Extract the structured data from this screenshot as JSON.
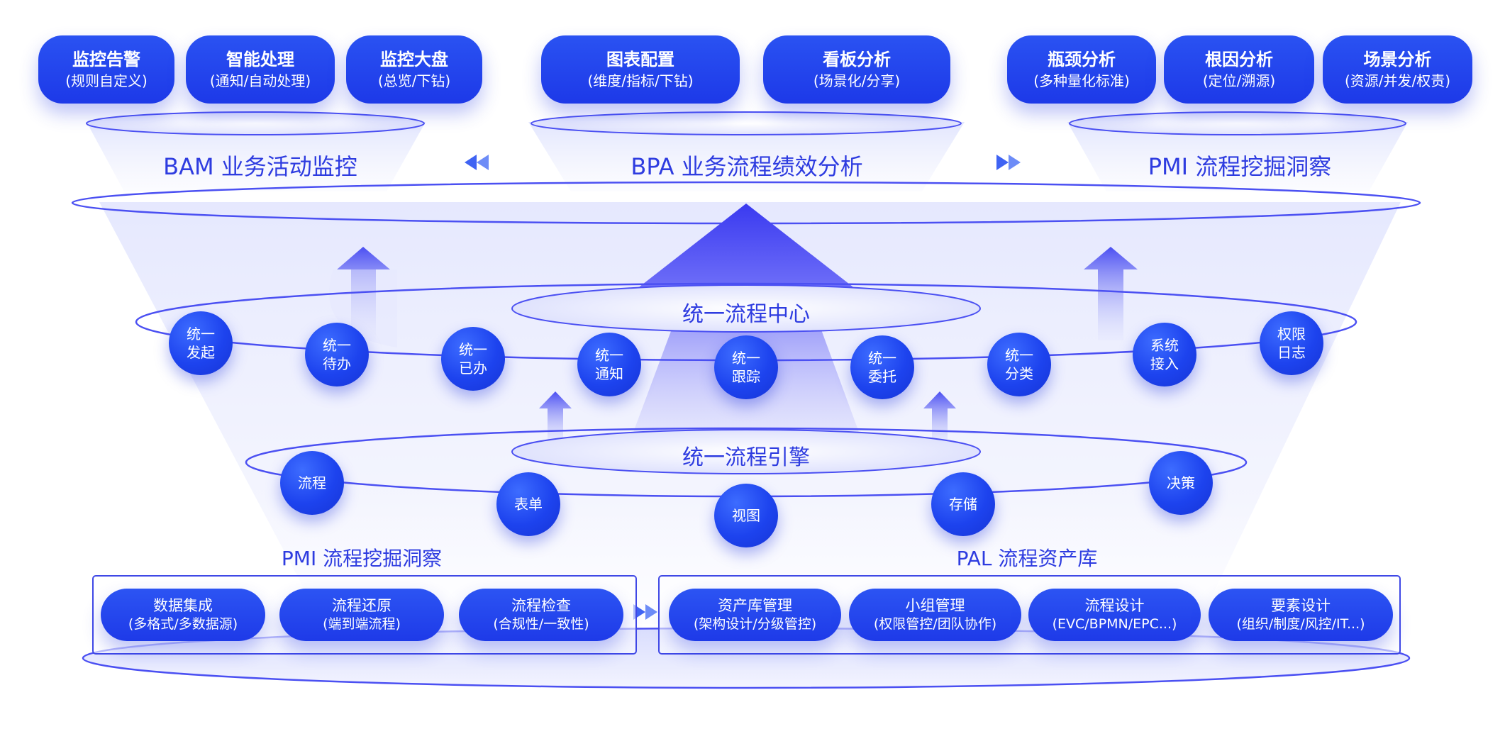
{
  "top_modules": [
    {
      "title": "监控告警",
      "sub": "(规则自定义)"
    },
    {
      "title": "智能处理",
      "sub": "(通知/自动处理)"
    },
    {
      "title": "监控大盘",
      "sub": "(总览/下钻)"
    },
    {
      "title": "图表配置",
      "sub": "(维度/指标/下钻)"
    },
    {
      "title": "看板分析",
      "sub": "(场景化/分享)"
    },
    {
      "title": "瓶颈分析",
      "sub": "(多种量化标准)"
    },
    {
      "title": "根因分析",
      "sub": "(定位/溯源)"
    },
    {
      "title": "场景分析",
      "sub": "(资源/并发/权责)"
    }
  ],
  "top_groups": {
    "bam": "BAM 业务活动监控",
    "bpa": "BPA 业务流程绩效分析",
    "pmi": "PMI 流程挖掘洞察"
  },
  "center": {
    "label": "统一流程中心",
    "nodes": [
      [
        "统一",
        "发起"
      ],
      [
        "统一",
        "待办"
      ],
      [
        "统一",
        "已办"
      ],
      [
        "统一",
        "通知"
      ],
      [
        "统一",
        "跟踪"
      ],
      [
        "统一",
        "委托"
      ],
      [
        "统一",
        "分类"
      ],
      [
        "系统",
        "接入"
      ],
      [
        "权限",
        "日志"
      ]
    ]
  },
  "engine": {
    "label": "统一流程引擎",
    "nodes": [
      "流程",
      "表单",
      "视图",
      "存储",
      "决策"
    ]
  },
  "bottom": {
    "left_title": "PMI 流程挖掘洞察",
    "right_title": "PAL 流程资产库",
    "left_cards": [
      {
        "title": "数据集成",
        "sub": "(多格式/多数据源)"
      },
      {
        "title": "流程还原",
        "sub": "(端到端流程)"
      },
      {
        "title": "流程检查",
        "sub": "(合规性/一致性)"
      }
    ],
    "right_cards": [
      {
        "title": "资产库管理",
        "sub": "(架构设计/分级管控)"
      },
      {
        "title": "小组管理",
        "sub": "(权限管控/团队协作)"
      },
      {
        "title": "流程设计",
        "sub": "(EVC/BPMN/EPC...)"
      },
      {
        "title": "要素设计",
        "sub": "(组织/制度/风控/IT...)"
      }
    ]
  },
  "colors": {
    "primary": "#1f3ee9",
    "accent": "#4f55f5",
    "label": "#2e3ce0"
  }
}
